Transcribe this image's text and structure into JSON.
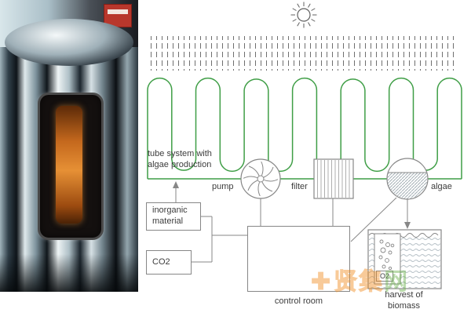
{
  "colors": {
    "tube_green": "#3f9e46",
    "line_gray": "#878787",
    "text": "#3c3c3c",
    "watermark_orange": "#f08c1e",
    "watermark_green": "#6ab04c"
  },
  "diagram": {
    "labels": {
      "tube_system": "tube system with\nalgae production",
      "pump": "pump",
      "filter": "filter",
      "algae": "algae",
      "inorganic_material": "inorganic\nmaterial",
      "co2": "CO2",
      "control_room": "control room",
      "harvest": "harvest of\nbiomass",
      "o2": "O2"
    },
    "icons": [
      "sun-icon",
      "pump-icon",
      "filter-icon",
      "algae-tank-icon",
      "harvest-tank",
      "bioreactor-photo"
    ]
  },
  "watermark": {
    "cross": "✚",
    "part1": "贤集",
    "part2": "网"
  }
}
